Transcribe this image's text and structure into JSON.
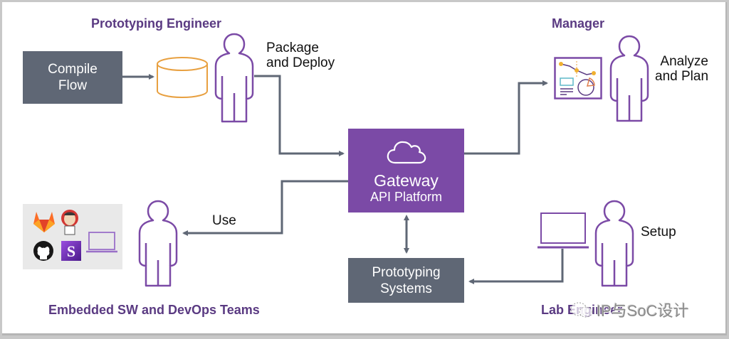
{
  "diagram": {
    "roles": {
      "prototyping_engineer": "Prototyping Engineer",
      "manager": "Manager",
      "embedded_teams": "Embedded SW and DevOps Teams",
      "lab_engineer": "Lab Engineer"
    },
    "actions": {
      "package_deploy_line1": "Package",
      "package_deploy_line2": "and Deploy",
      "analyze_plan_line1": "Analyze",
      "analyze_plan_line2": "and Plan",
      "use": "Use",
      "setup": "Setup"
    },
    "boxes": {
      "compile_flow_line1": "Compile",
      "compile_flow_line2": "Flow",
      "gateway_title": "Gateway",
      "gateway_subtitle": "API Platform",
      "prototyping_systems_line1": "Prototyping",
      "prototyping_systems_line2": "Systems"
    },
    "icons": [
      "gitlab-icon",
      "jenkins-icon",
      "github-icon",
      "s-app-icon",
      "laptop-icon",
      "database-icon",
      "dashboard-icon",
      "cloud-icon",
      "person-icon"
    ],
    "colors": {
      "purple_accent": "#7b4aa6",
      "role_text": "#5a3a82",
      "gray_box": "#5f6775",
      "arrow": "#5f6775",
      "database_orange": "#e8a040",
      "person_outline": "#7b4aa6"
    },
    "watermark": "IP与SoC设计"
  }
}
